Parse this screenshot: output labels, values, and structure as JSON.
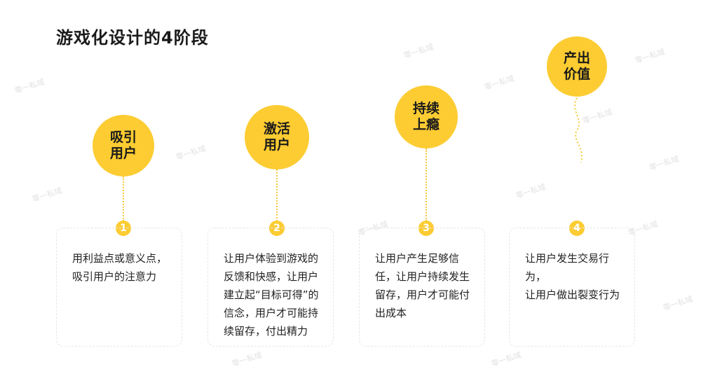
{
  "title": "游戏化设计的4阶段",
  "stages": [
    {
      "label": "吸引\n用户",
      "number": "1",
      "description": "用利益点或意义点，\n吸引用户的注意力"
    },
    {
      "label": "激活\n用户",
      "number": "2",
      "description": "让用户体验到游戏的\n反馈和快感，让用户\n建立起“目标可得”的\n信念，用户才可能持\n续留存，付出精力"
    },
    {
      "label": "持续\n上瘾",
      "number": "3",
      "description": "让用户产生足够信\n任，让用户持续发生\n留存，用户才可能付\n出成本"
    },
    {
      "label": "产出\n价值",
      "number": "4",
      "description": "让用户发生交易行为，\n让用户做出裂变行为"
    }
  ],
  "watermark": "零一私域",
  "colors": {
    "accent": "#fccc32",
    "dotted": "#f5c93a",
    "box_border": "#e6e6e6"
  }
}
